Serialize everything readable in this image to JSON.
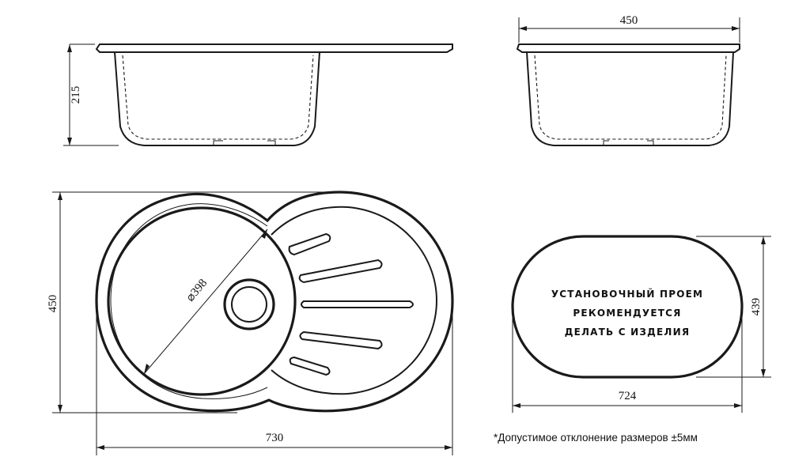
{
  "dimensions": {
    "side_height": "215",
    "end_width": "450",
    "plan_height": "450",
    "plan_length": "730",
    "bowl_diameter": "⌀398",
    "cutout_height": "439",
    "cutout_length": "724"
  },
  "cutout_note": {
    "line1": "Установочный проем",
    "line2": "рекомендуется",
    "line3": "делать с изделия"
  },
  "tolerance_note": "*Допустимое отклонение размеров ±5мм"
}
